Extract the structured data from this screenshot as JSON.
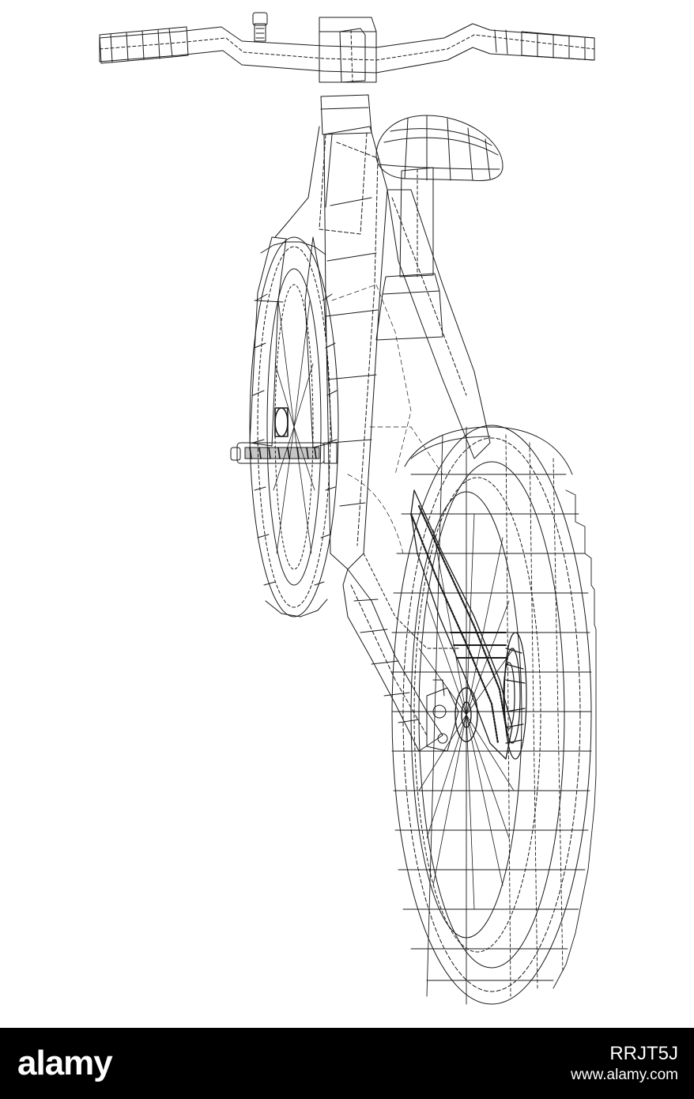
{
  "image": {
    "subject": "wireframe-bicycle-drawing",
    "line_color": "#1a1a1a",
    "background_color": "#ffffff"
  },
  "footer": {
    "background_color": "#000000",
    "logo_text": "alamy",
    "image_id": "RRJT5J",
    "site": "www.alamy.com"
  }
}
